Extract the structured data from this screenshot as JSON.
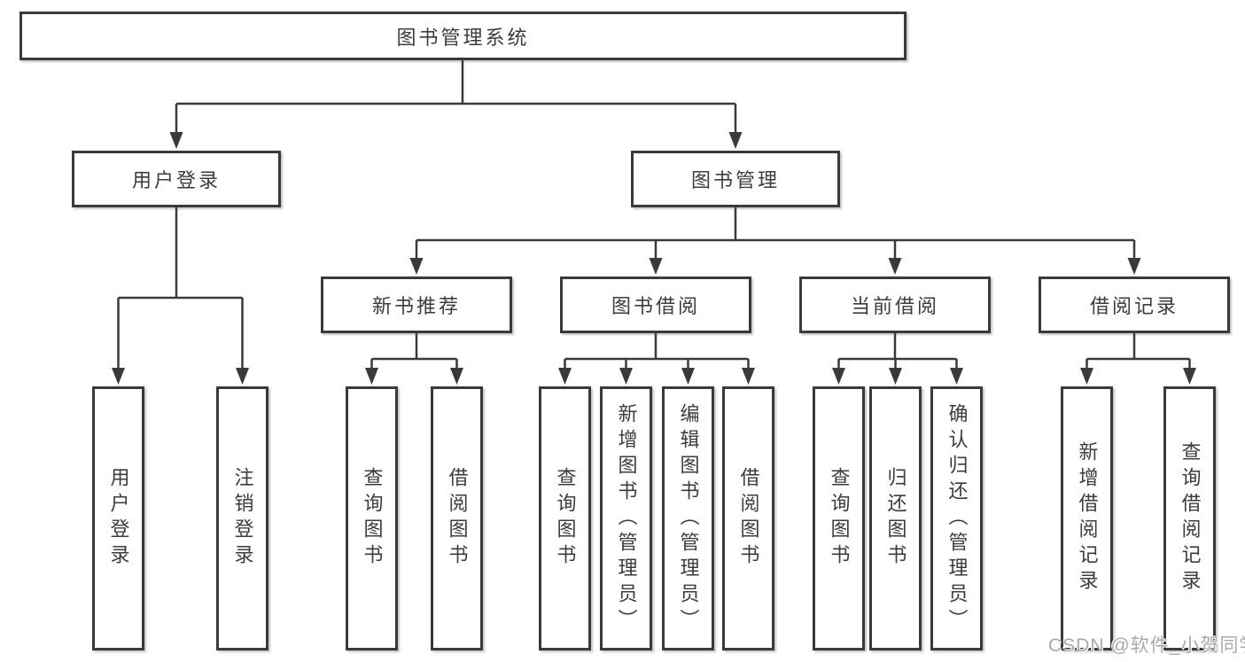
{
  "tree": {
    "label": "图书管理系统",
    "children": [
      {
        "label": "用户登录",
        "children": [
          {
            "label": "用户登录"
          },
          {
            "label": "注销登录"
          }
        ]
      },
      {
        "label": "图书管理",
        "children": [
          {
            "label": "新书推荐",
            "children": [
              {
                "label": "查询图书"
              },
              {
                "label": "借阅图书"
              }
            ]
          },
          {
            "label": "图书借阅",
            "children": [
              {
                "label": "查询图书"
              },
              {
                "label": "新增图书（管理员）"
              },
              {
                "label": "编辑图书（管理员）"
              },
              {
                "label": "借阅图书"
              }
            ]
          },
          {
            "label": "当前借阅",
            "children": [
              {
                "label": "查询图书"
              },
              {
                "label": "归还图书"
              },
              {
                "label": "确认归还（管理员）"
              }
            ]
          },
          {
            "label": "借阅记录",
            "children": [
              {
                "label": "新增借阅记录"
              },
              {
                "label": "查询借阅记录"
              }
            ]
          }
        ]
      }
    ]
  },
  "watermark": {
    "text": "CSDN @软件_小贺同学"
  },
  "colors": {
    "line": "#3a3a3a",
    "box_border": "#3a3a3a",
    "text": "#3c3c3c",
    "watermark": "#a9a9a9",
    "background": "#ffffff"
  }
}
